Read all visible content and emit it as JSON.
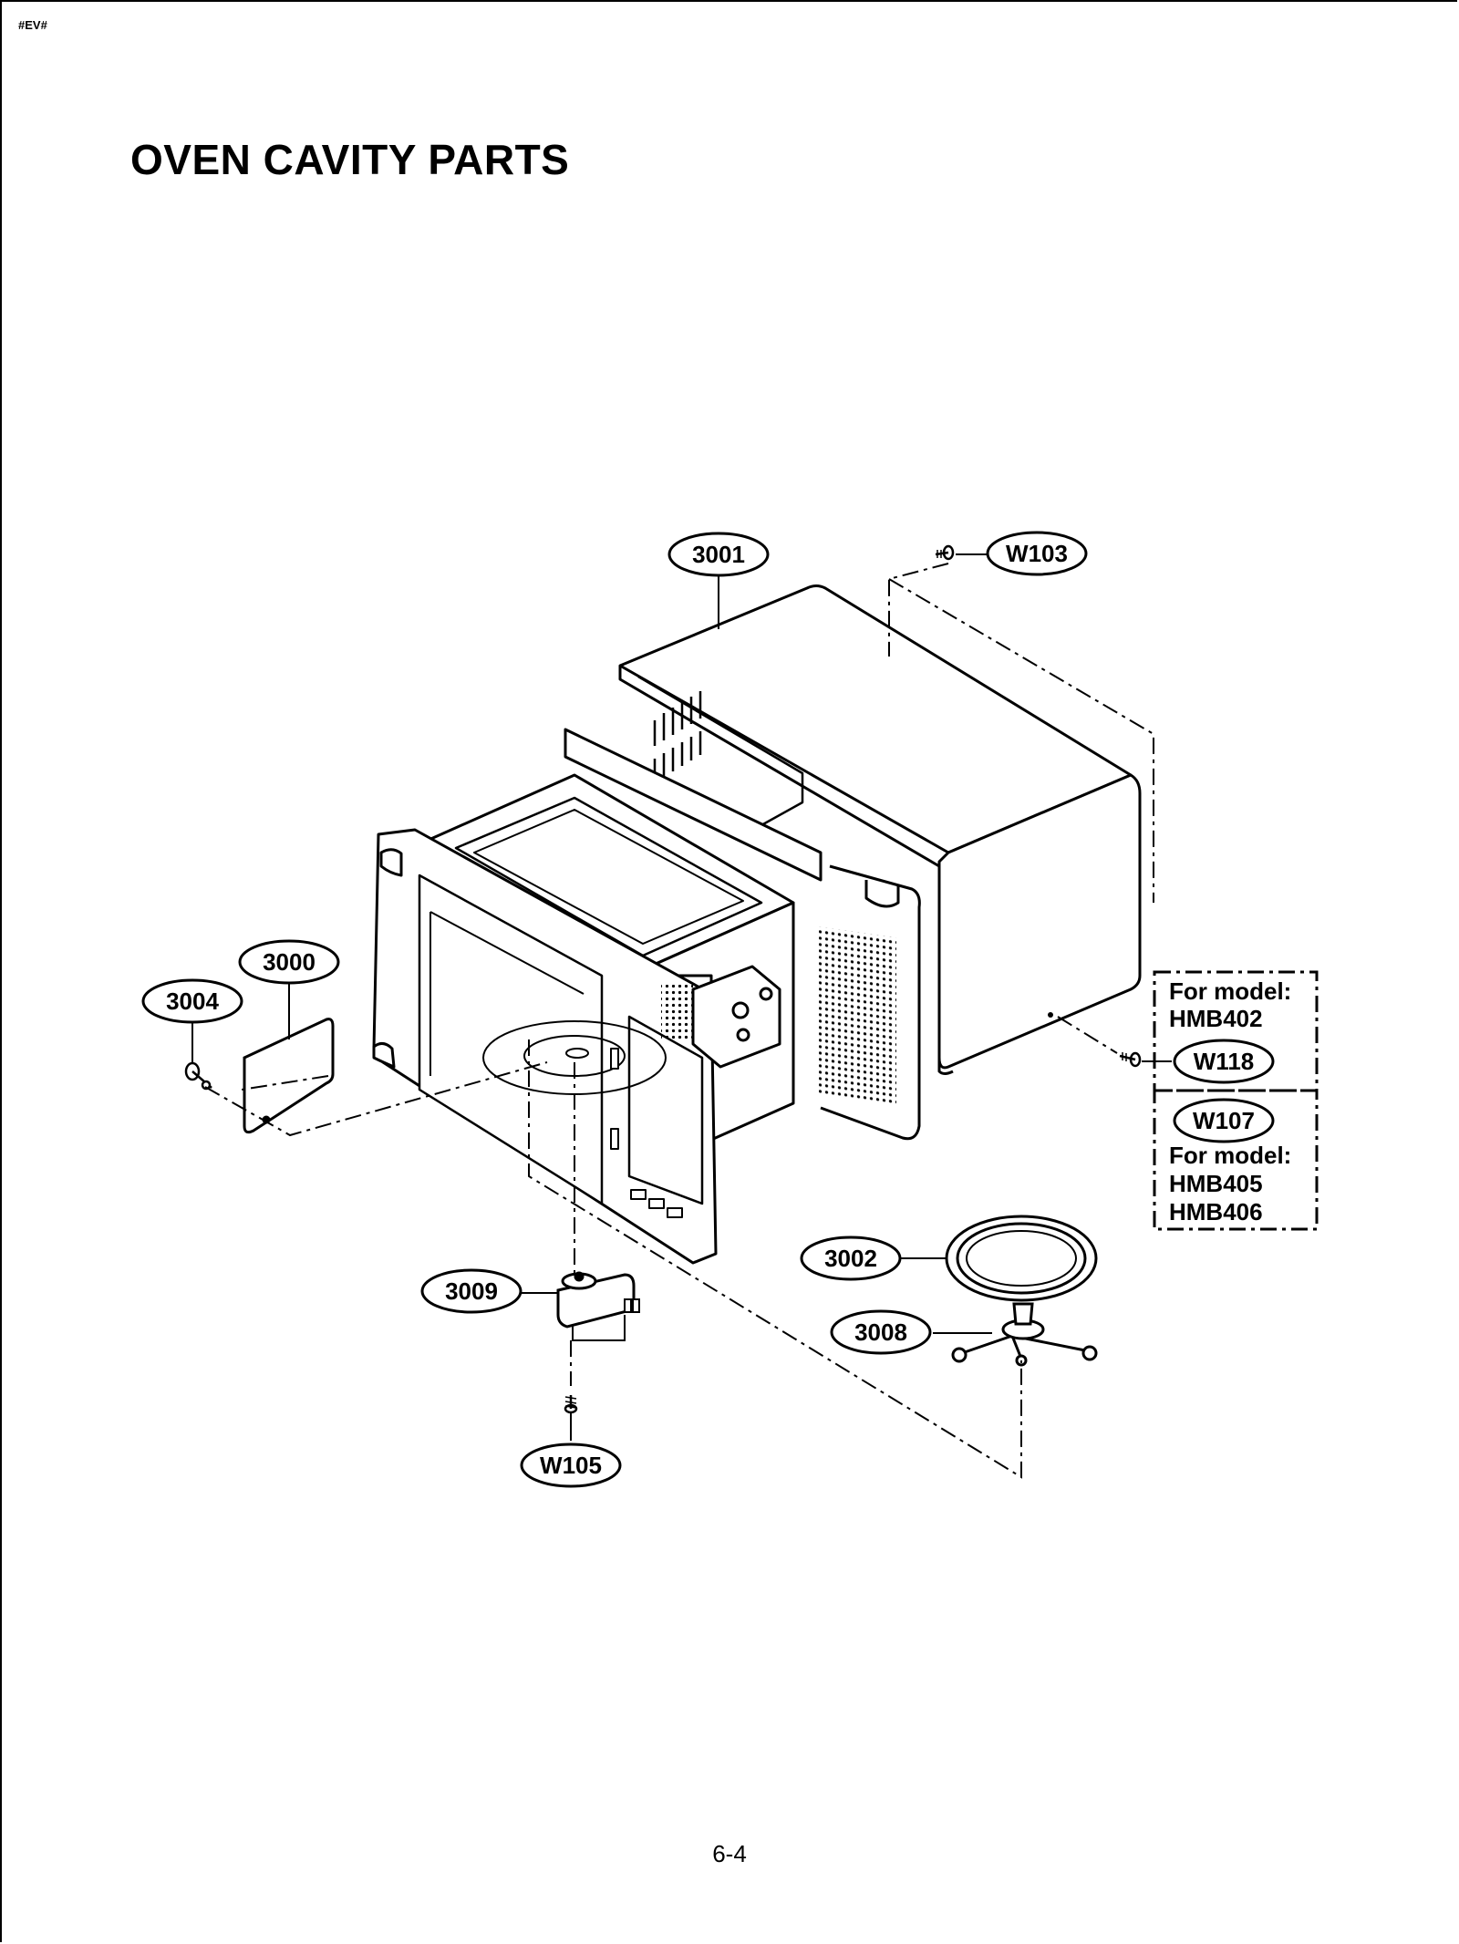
{
  "page": {
    "code": "#EV#",
    "title": "OVEN CAVITY PARTS",
    "page_number": "6-4"
  },
  "callouts": {
    "c3001": "3001",
    "w103": "W103",
    "c3000": "3000",
    "c3004": "3004",
    "w118": "W118",
    "w107": "W107",
    "c3002": "3002",
    "c3008": "3008",
    "c3009": "3009",
    "w105": "W105"
  },
  "model_notes": {
    "upper": {
      "label": "For model:",
      "models": [
        "HMB402"
      ]
    },
    "lower": {
      "label": "For model:",
      "models": [
        "HMB405",
        "HMB406"
      ]
    }
  }
}
